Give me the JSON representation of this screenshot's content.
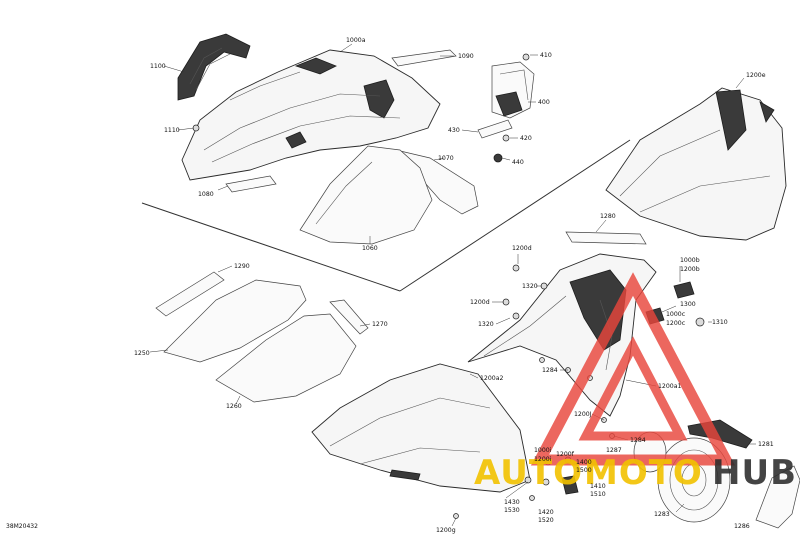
{
  "diagram": {
    "code": "38M20432",
    "labels": [
      {
        "id": "p1100",
        "text": "1100"
      },
      {
        "id": "p1110",
        "text": "1110"
      },
      {
        "id": "p1000a",
        "text": "1000a"
      },
      {
        "id": "p1090",
        "text": "1090"
      },
      {
        "id": "p410",
        "text": "410"
      },
      {
        "id": "p400",
        "text": "400"
      },
      {
        "id": "p430",
        "text": "430"
      },
      {
        "id": "p420",
        "text": "420"
      },
      {
        "id": "p440",
        "text": "440"
      },
      {
        "id": "p1070",
        "text": "1070"
      },
      {
        "id": "p1080",
        "text": "1080"
      },
      {
        "id": "p1060",
        "text": "1060"
      },
      {
        "id": "p1200e",
        "text": "1200e"
      },
      {
        "id": "p1280",
        "text": "1280"
      },
      {
        "id": "p1200d_a",
        "text": "1200d"
      },
      {
        "id": "p1320_a",
        "text": "1320"
      },
      {
        "id": "p1000b",
        "text": "1000b"
      },
      {
        "id": "p1200b",
        "text": "1200b"
      },
      {
        "id": "p1300",
        "text": "1300"
      },
      {
        "id": "p1000c",
        "text": "1000c"
      },
      {
        "id": "p1200c",
        "text": "1200c"
      },
      {
        "id": "p1310",
        "text": "1310"
      },
      {
        "id": "p1200d_b",
        "text": "1200d"
      },
      {
        "id": "p1320_b",
        "text": "1320"
      },
      {
        "id": "p1290",
        "text": "1290"
      },
      {
        "id": "p1270",
        "text": "1270"
      },
      {
        "id": "p1250",
        "text": "1250"
      },
      {
        "id": "p1260",
        "text": "1260"
      },
      {
        "id": "p1284_a",
        "text": "1284"
      },
      {
        "id": "p1200a2",
        "text": "1200a2"
      },
      {
        "id": "p1200a1",
        "text": "1200a1"
      },
      {
        "id": "p1200j",
        "text": "1200J"
      },
      {
        "id": "p1284_b",
        "text": "1284"
      },
      {
        "id": "p1281",
        "text": "1281"
      },
      {
        "id": "p1000i",
        "text": "1000i"
      },
      {
        "id": "p1200i",
        "text": "1200i"
      },
      {
        "id": "p1200f",
        "text": "1200f"
      },
      {
        "id": "p1287",
        "text": "1287"
      },
      {
        "id": "p1400",
        "text": "1400"
      },
      {
        "id": "p1500",
        "text": "1500"
      },
      {
        "id": "p1410",
        "text": "1410"
      },
      {
        "id": "p1510",
        "text": "1510"
      },
      {
        "id": "p1430",
        "text": "1430"
      },
      {
        "id": "p1530",
        "text": "1530"
      },
      {
        "id": "p1420",
        "text": "1420"
      },
      {
        "id": "p1520",
        "text": "1520"
      },
      {
        "id": "p1283",
        "text": "1283"
      },
      {
        "id": "p1286",
        "text": "1286"
      },
      {
        "id": "p1200g",
        "text": "1200g"
      }
    ]
  },
  "watermark": {
    "part1": "AUTO",
    "part2": "MOTO",
    "part3": "HUB",
    "color_red": "#e8453c",
    "color_yellow": "#f2c200",
    "color_dark": "#2b2b2b"
  }
}
